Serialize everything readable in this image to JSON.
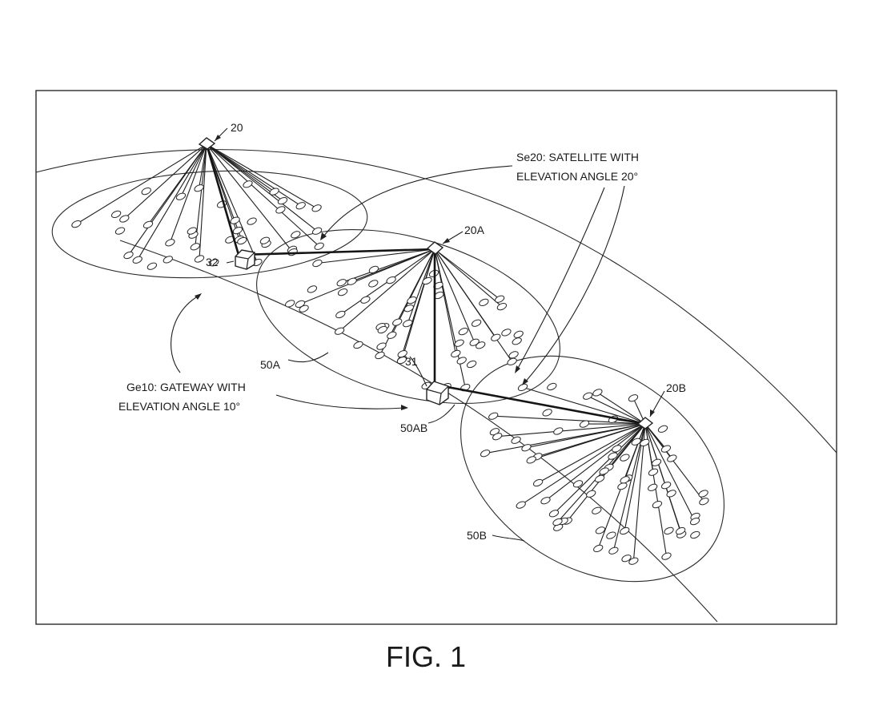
{
  "figure": {
    "caption": "FIG. 1",
    "labels": {
      "sat_20": "20",
      "sat_20a": "20A",
      "sat_20b": "20B",
      "gw_32": "32",
      "gw_31": "31",
      "cov_50a": "50A",
      "cov_50ab": "50AB",
      "cov_50b": "50B",
      "se20_line1": "Se20: SATELLITE WITH",
      "se20_line2": "ELEVATION ANGLE 20°",
      "ge10_line1": "Ge10: GATEWAY WITH",
      "ge10_line2": "ELEVATION ANGLE 10°"
    }
  }
}
